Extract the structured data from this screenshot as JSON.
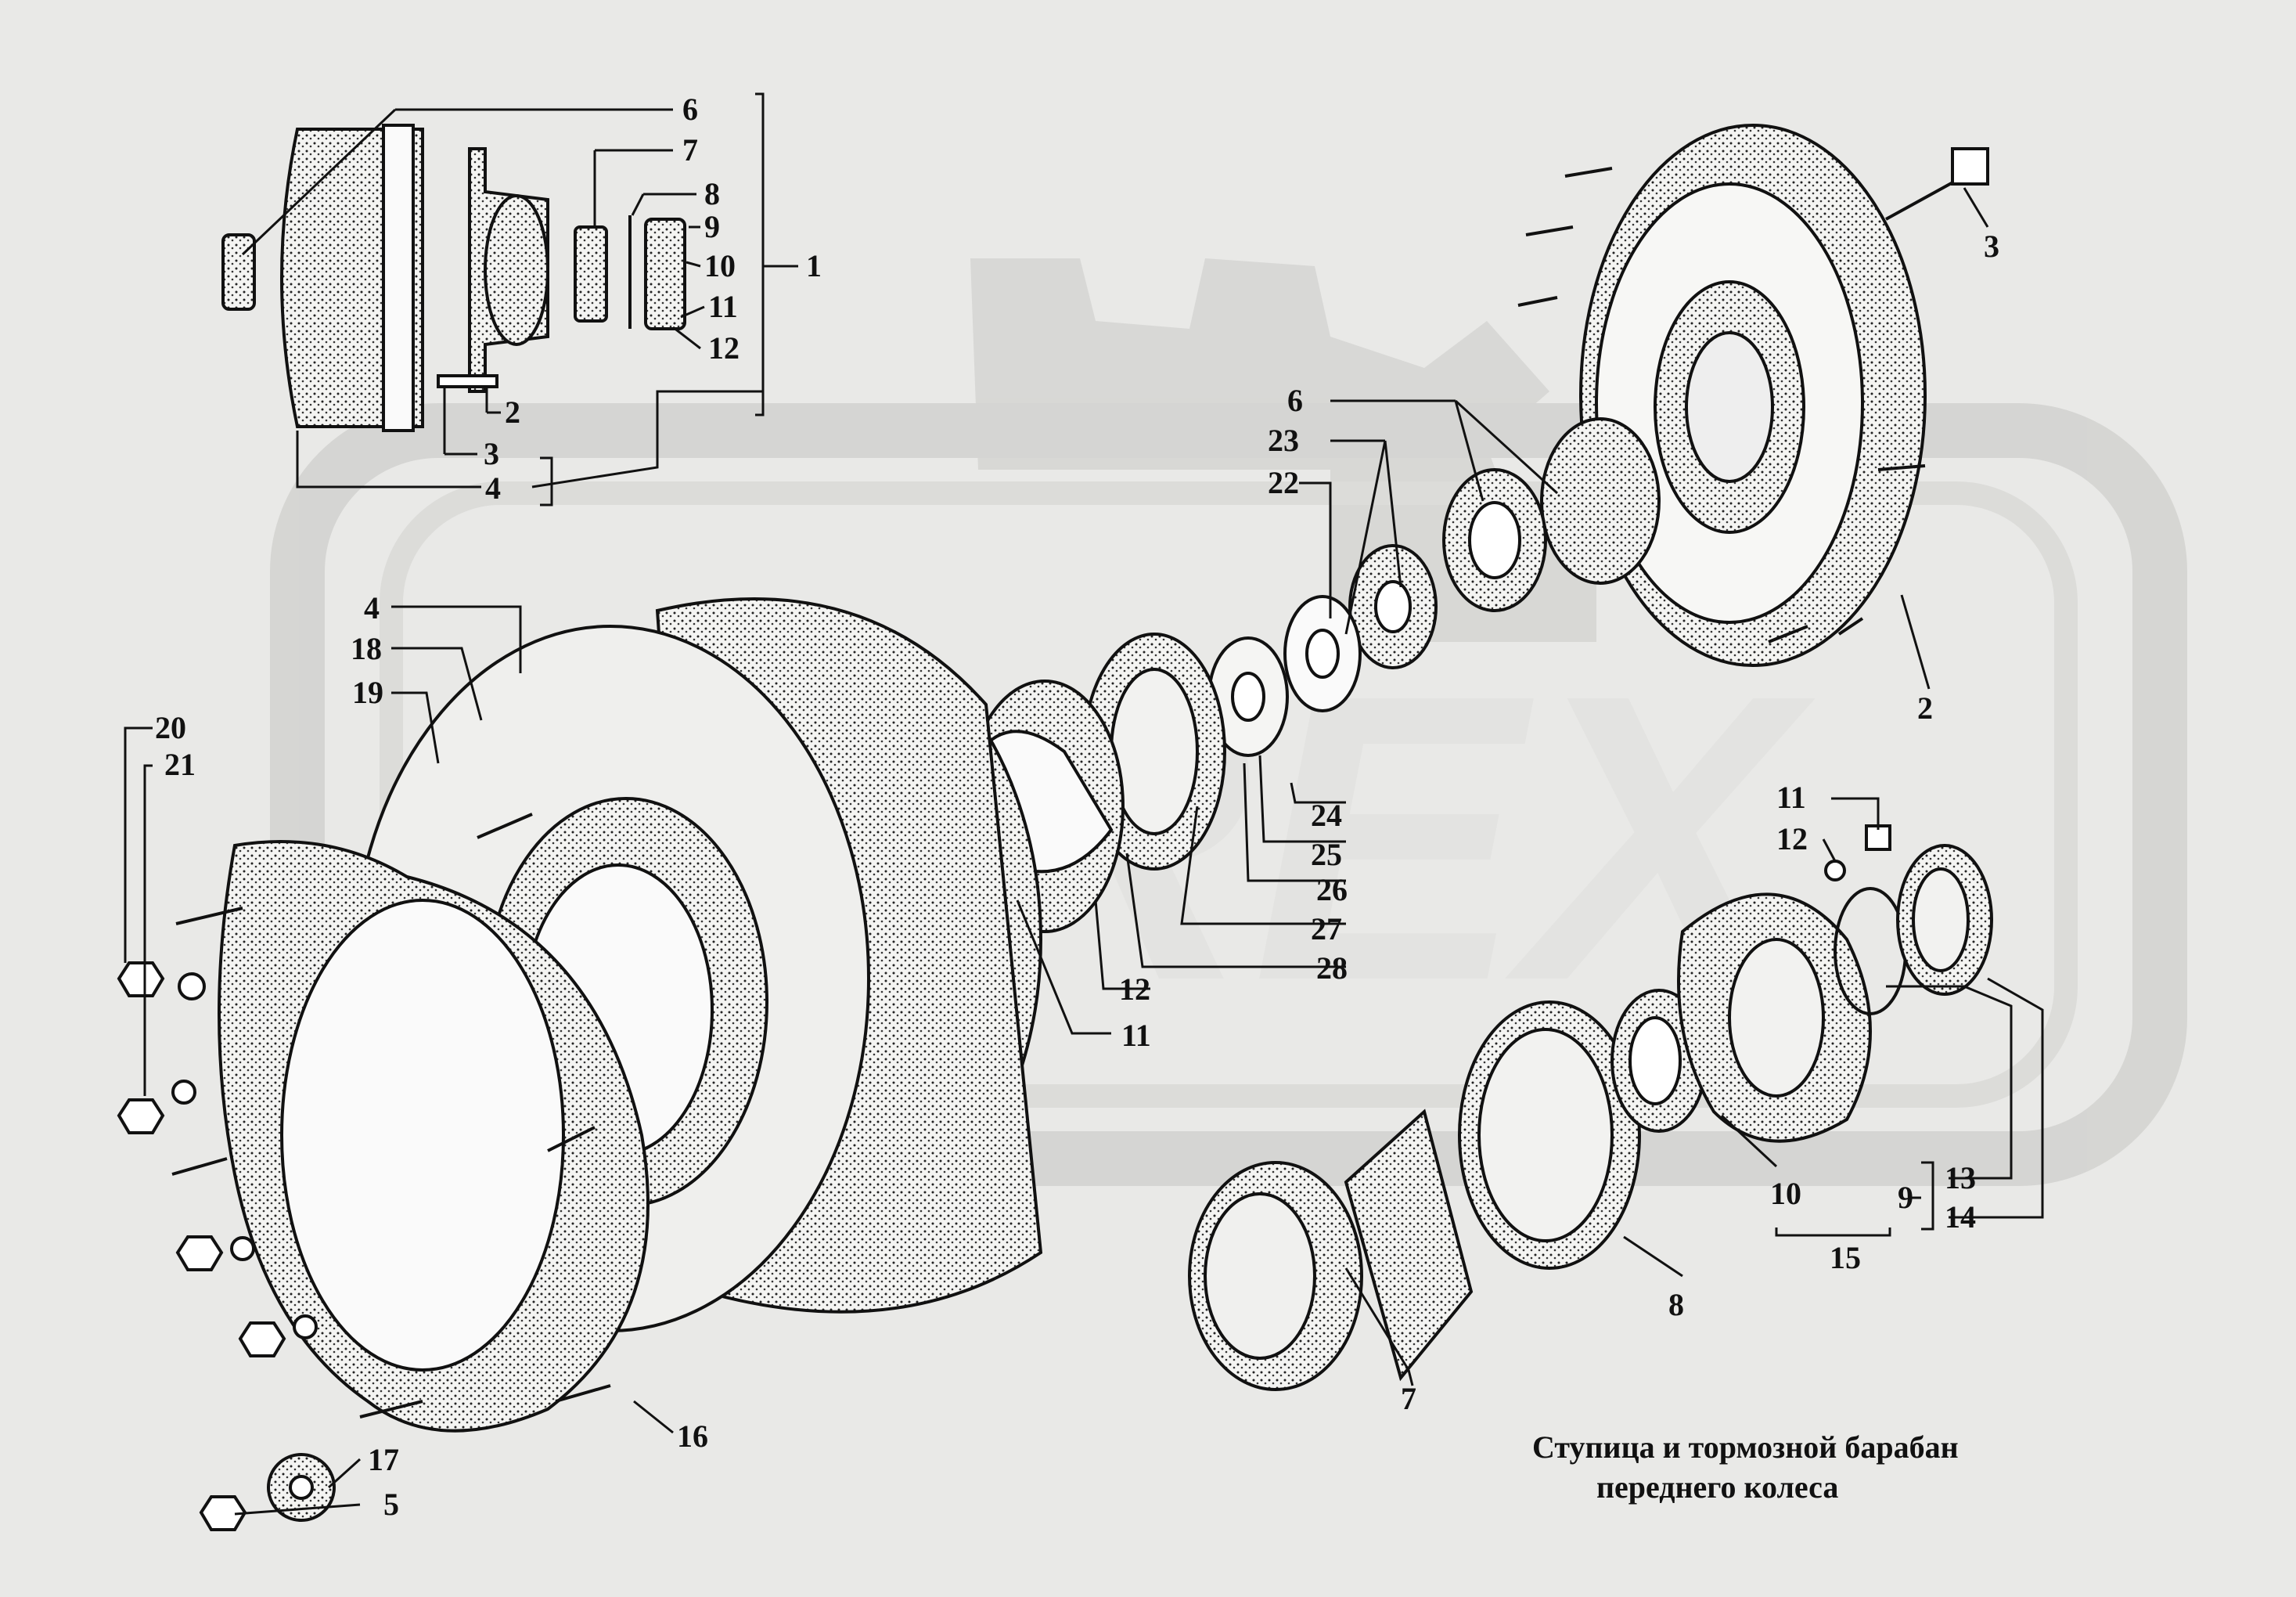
{
  "caption": {
    "line1": "Ступица и тормозной барабан",
    "line2": "переднего колеса"
  },
  "watermark": {
    "text": "OREX",
    "color": "#c9c9c6"
  },
  "callouts": {
    "inset_6": "6",
    "inset_7": "7",
    "inset_8": "8",
    "inset_9": "9",
    "inset_10": "10",
    "inset_11": "11",
    "inset_12": "12",
    "inset_1": "1",
    "inset_2": "2",
    "inset_3": "3",
    "inset_4": "4",
    "hub_3": "3",
    "hub_2": "2",
    "hub_6": "6",
    "hub_23": "23",
    "hub_22": "22",
    "n24": "24",
    "n25": "25",
    "n26": "26",
    "n27": "27",
    "n28": "28",
    "cap_12": "12",
    "cap_11": "11",
    "drum_4": "4",
    "drum_18": "18",
    "drum_19": "19",
    "n20": "20",
    "n21": "21",
    "n16": "16",
    "n17": "17",
    "n5": "5",
    "seal_11": "11",
    "seal_12": "12",
    "n13": "13",
    "n14": "14",
    "n9": "9",
    "n10": "10",
    "n15": "15",
    "n8": "8",
    "n7": "7"
  }
}
